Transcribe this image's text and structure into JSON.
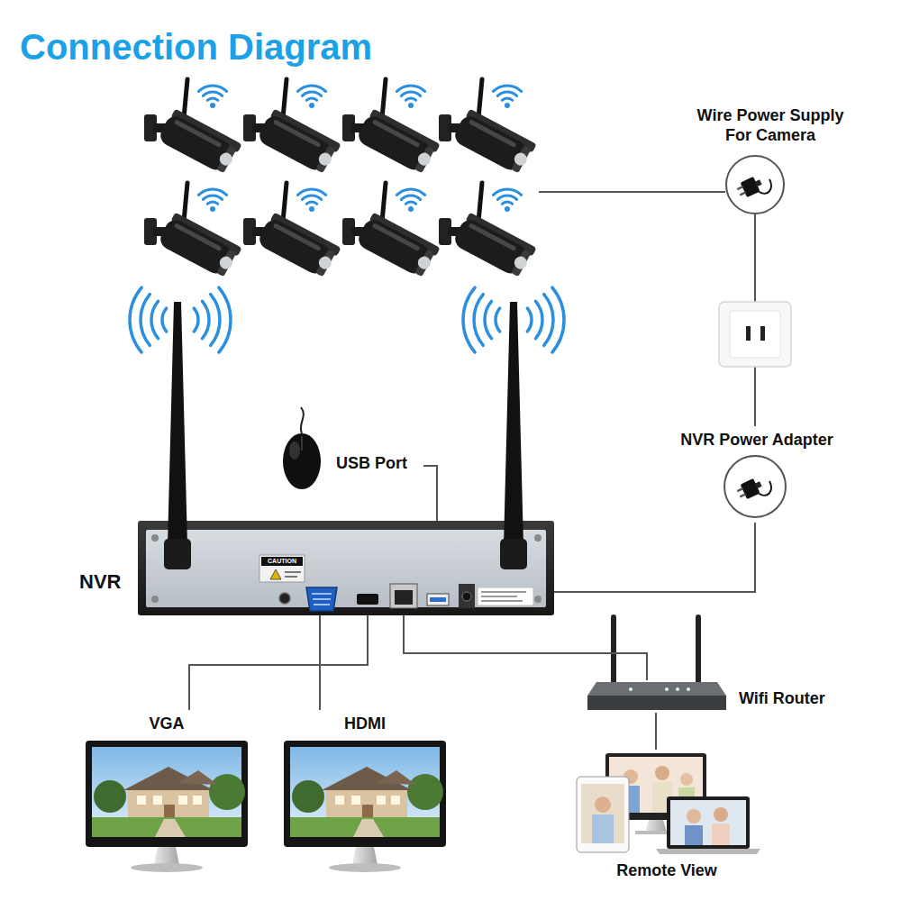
{
  "diagram": {
    "title": "Connection Diagram",
    "nodes": [
      {
        "text": [
          "Wire Power Supply For Camera"
        ]
      },
      {
        "text": [
          "NVR Power Adapter"
        ]
      },
      {
        "text": [
          "USB Port"
        ]
      },
      {
        "text": [
          "NVR"
        ]
      },
      {
        "text": [
          "Wifi Router"
        ]
      },
      {
        "text": [
          "VGA"
        ]
      },
      {
        "text": [
          "HDMI"
        ]
      },
      {
        "text": [
          "Remote View"
        ]
      }
    ],
    "edges": [
      {
        "from": 1,
        "to": 3,
        "arrow": "none"
      },
      {
        "from": 2,
        "to": 3,
        "arrow": "none"
      },
      {
        "from": 3,
        "to": 4,
        "arrow": "none"
      },
      {
        "from": 3,
        "to": 5,
        "arrow": "none"
      },
      {
        "from": 3,
        "to": 6,
        "arrow": "none"
      },
      {
        "from": 4,
        "to": 7,
        "arrow": "none"
      }
    ],
    "labels": [
      "CAUTION"
    ]
  }
}
